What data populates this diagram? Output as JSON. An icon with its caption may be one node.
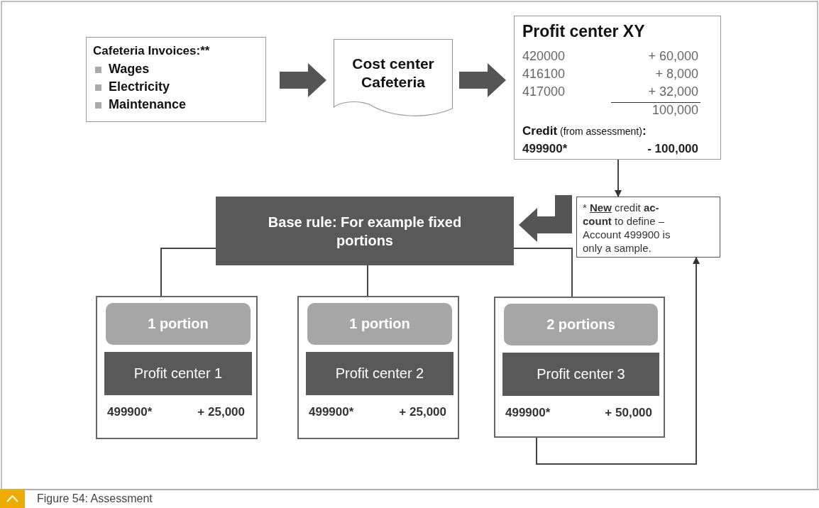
{
  "diagram": {
    "caption": "Figure 54: Assessment",
    "nodes": [
      {
        "text": [
          "Cafeteria Invoices:**",
          "Wages",
          "Electricity",
          "Maintenance"
        ]
      },
      {
        "text": [
          "Cost center Cafeteria"
        ]
      },
      {
        "text": [
          "Profit center XY",
          "420000",
          "+ 60,000",
          "416100",
          "+ 8,000",
          "417000",
          "+ 32,000",
          "100,000",
          "**Credit** (from assessment)**:**",
          "499900*",
          "- 100,000"
        ]
      },
      {
        "text": [
          "* **New** credit **ac- count** to define – Account 499900 is only a sample."
        ]
      },
      {
        "text": [
          "Base rule: For example fixed portions"
        ]
      },
      {
        "text": [
          "499900*",
          "+ 25,000"
        ]
      },
      {
        "text": [
          "1 portion"
        ],
        "in": 5
      },
      {
        "text": [
          "Profit center 1"
        ],
        "in": 5
      },
      {
        "text": [
          "499900*",
          "+ 25,000"
        ]
      },
      {
        "text": [
          "1 portion"
        ],
        "in": 8
      },
      {
        "text": [
          "Profit center 2"
        ],
        "in": 8
      },
      {
        "text": [
          "499900*",
          "+ 50,000"
        ]
      },
      {
        "text": [
          "2 portions"
        ],
        "in": 11
      },
      {
        "text": [
          "Profit center 3"
        ],
        "in": 11
      }
    ],
    "edges": [
      {
        "from": 0,
        "to": 1,
        "arrow": "to",
        "style": "thick"
      },
      {
        "from": 1,
        "to": 2,
        "arrow": "to",
        "style": "thick"
      },
      {
        "from": 2,
        "to": 3,
        "arrow": "to"
      },
      {
        "from": null,
        "to": 4,
        "arrow": "to",
        "style": "thick"
      },
      {
        "from": 4,
        "to": 5,
        "arrow": "none"
      },
      {
        "from": 4,
        "to": 8,
        "arrow": "none"
      },
      {
        "from": 4,
        "to": 11,
        "arrow": "none"
      },
      {
        "from": 11,
        "to": 3,
        "arrow": "to"
      }
    ]
  }
}
